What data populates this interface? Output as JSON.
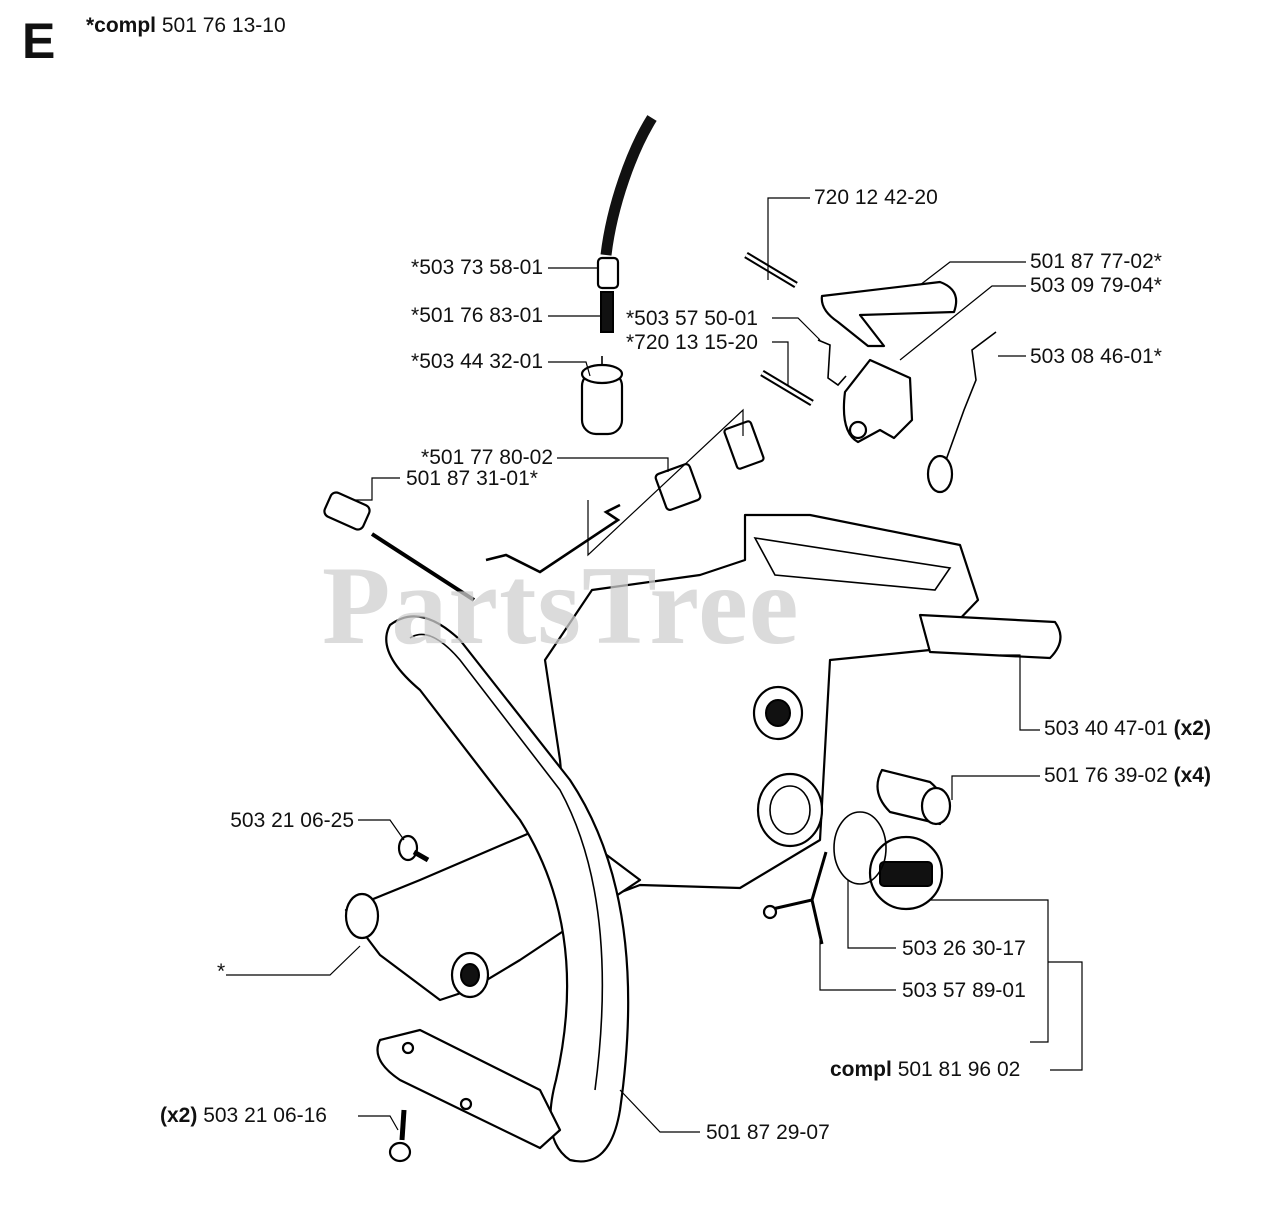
{
  "section_letter": "E",
  "header": {
    "prefix": "*compl",
    "number": "501 76 13-10"
  },
  "watermark": "PartsTree",
  "labels": {
    "p720124220": {
      "text": "720 12 42-20"
    },
    "p50373580": {
      "text": "*503 73 58-01"
    },
    "p50187772": {
      "text": "501 87 77-02*"
    },
    "p50309794": {
      "text": "503 09 79-04*"
    },
    "p50176831": {
      "text": "*501 76 83-01"
    },
    "p50357500": {
      "text": "*503 57 50-01"
    },
    "p72013152": {
      "text": "*720 13 15-20"
    },
    "p50308461": {
      "text": "503 08 46-01*"
    },
    "p50344320": {
      "text": "*503 44 32-01"
    },
    "p50177800": {
      "text": "*501 77 80-02"
    },
    "p50187310": {
      "text": "501 87 31-01*"
    },
    "p50340470": {
      "text": "503 40 47-01",
      "qty": "(x2)"
    },
    "p50176390": {
      "text": "501 76 39-02",
      "qty": "(x4)"
    },
    "p50321062": {
      "text": "503 21 06-25"
    },
    "p50326301": {
      "text": "503 26 30-17"
    },
    "star": {
      "text": "*"
    },
    "p50357891": {
      "text": "503 57 89-01"
    },
    "compl": {
      "prefix": "compl",
      "text": "501 81 96 02"
    },
    "p50321061": {
      "qty": "(x2)",
      "text": "503 21 06-16"
    },
    "p50187290": {
      "text": "501 87 29-07"
    }
  }
}
